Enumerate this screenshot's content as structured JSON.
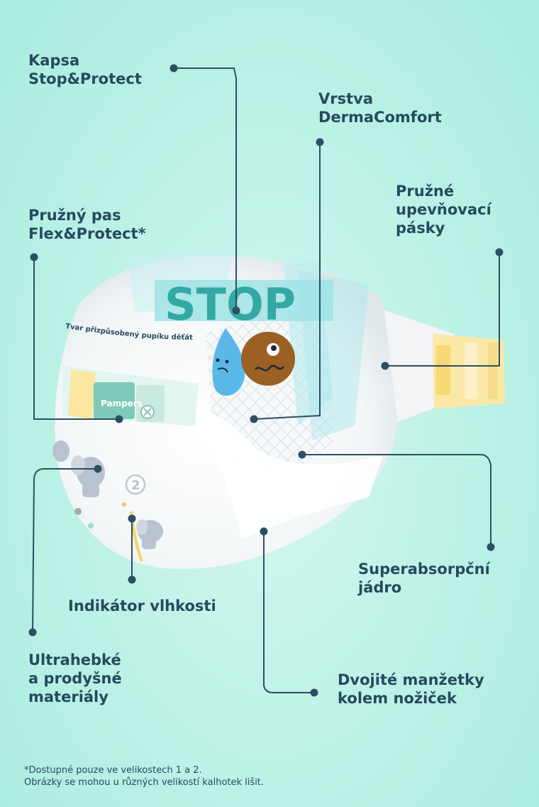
{
  "callouts": {
    "kapsa": {
      "line1": "Kapsa",
      "line2": "Stop&Protect"
    },
    "dermacomfort": {
      "line1": "Vrstva",
      "line2": "DermaComfort"
    },
    "flexprotect": {
      "line1": "Pružný pas",
      "line2": "Flex&Protect*"
    },
    "pasky": {
      "line1": "Pružné",
      "line2": "upevňovací",
      "line3": "pásky"
    },
    "superabsorpcni": {
      "line1": "Superabsorpční",
      "line2": "jádro"
    },
    "indikator": {
      "line1": "Indikátor vlhkosti"
    },
    "ultrahebke": {
      "line1": "Ultrahebké",
      "line2": "a prodyšné",
      "line3": "materiály"
    },
    "manzetky": {
      "line1": "Dvojité manžetky",
      "line2": "kolem nožiček"
    }
  },
  "product": {
    "stop_text": "STOP",
    "curve_text": "Tvar přizpůsobený pupíku děťátka*",
    "brand": "Pampers",
    "size_number": "2"
  },
  "footnote": {
    "line1": "*Dostupné pouze ve velikostech 1 a 2.",
    "line2": "Obrázky se mohou u různých velikostí kalhotek lišit."
  },
  "colors": {
    "text": "#254a5e",
    "line": "#2c4f63",
    "background": "#bff2e7",
    "stop_band": "#9fe3e6"
  }
}
